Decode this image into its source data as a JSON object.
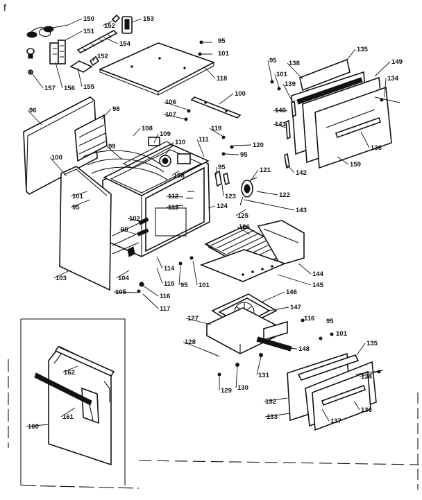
{
  "title_marker": "f",
  "callouts": [
    {
      "id": "c150",
      "text": "150"
    },
    {
      "id": "c151",
      "text": "151"
    },
    {
      "id": "c152a",
      "text": "152"
    },
    {
      "id": "c153",
      "text": "153"
    },
    {
      "id": "c154",
      "text": "154"
    },
    {
      "id": "c152b",
      "text": "152"
    },
    {
      "id": "c155",
      "text": "155"
    },
    {
      "id": "c156",
      "text": "156"
    },
    {
      "id": "c157",
      "text": "157"
    },
    {
      "id": "c95a",
      "text": "95"
    },
    {
      "id": "c101a",
      "text": "101"
    },
    {
      "id": "c118",
      "text": "118"
    },
    {
      "id": "c96",
      "text": "96"
    },
    {
      "id": "c98",
      "text": "98"
    },
    {
      "id": "c106",
      "text": "106"
    },
    {
      "id": "c100a",
      "text": "100"
    },
    {
      "id": "c107",
      "text": "107"
    },
    {
      "id": "c108",
      "text": "108"
    },
    {
      "id": "c109",
      "text": "109"
    },
    {
      "id": "c110",
      "text": "110"
    },
    {
      "id": "c111",
      "text": "111"
    },
    {
      "id": "c119",
      "text": "119"
    },
    {
      "id": "c120",
      "text": "120"
    },
    {
      "id": "c95b",
      "text": "95"
    },
    {
      "id": "c99",
      "text": "99"
    },
    {
      "id": "c100b",
      "text": "100"
    },
    {
      "id": "c158",
      "text": "158"
    },
    {
      "id": "c95c",
      "text": "95"
    },
    {
      "id": "c101b",
      "text": "101"
    },
    {
      "id": "c95d",
      "text": "95"
    },
    {
      "id": "c112",
      "text": "112"
    },
    {
      "id": "c113",
      "text": "113"
    },
    {
      "id": "c123",
      "text": "123"
    },
    {
      "id": "c121",
      "text": "121"
    },
    {
      "id": "c122",
      "text": "122"
    },
    {
      "id": "c124",
      "text": "124"
    },
    {
      "id": "c143",
      "text": "143"
    },
    {
      "id": "c125",
      "text": "125"
    },
    {
      "id": "c102",
      "text": "102"
    },
    {
      "id": "c95e",
      "text": "95"
    },
    {
      "id": "c126",
      "text": "126"
    },
    {
      "id": "c103",
      "text": "103"
    },
    {
      "id": "c104",
      "text": "104"
    },
    {
      "id": "c114",
      "text": "114"
    },
    {
      "id": "c115",
      "text": "115"
    },
    {
      "id": "c95f",
      "text": "95"
    },
    {
      "id": "c101c",
      "text": "101"
    },
    {
      "id": "c144",
      "text": "144"
    },
    {
      "id": "c145",
      "text": "145"
    },
    {
      "id": "c116a",
      "text": "116"
    },
    {
      "id": "c105",
      "text": "105"
    },
    {
      "id": "c117",
      "text": "117"
    },
    {
      "id": "c95g",
      "text": "95"
    },
    {
      "id": "c101d",
      "text": "101"
    },
    {
      "id": "c135a",
      "text": "135"
    },
    {
      "id": "c138",
      "text": "138"
    },
    {
      "id": "c149",
      "text": "149"
    },
    {
      "id": "c139",
      "text": "139"
    },
    {
      "id": "c134a",
      "text": "134"
    },
    {
      "id": "c140",
      "text": "140"
    },
    {
      "id": "c141",
      "text": "141"
    },
    {
      "id": "c136a",
      "text": "136"
    },
    {
      "id": "c159",
      "text": "159"
    },
    {
      "id": "c142",
      "text": "142"
    },
    {
      "id": "c146",
      "text": "146"
    },
    {
      "id": "c147",
      "text": "147"
    },
    {
      "id": "c127",
      "text": "127"
    },
    {
      "id": "c116b",
      "text": "116"
    },
    {
      "id": "c95h",
      "text": "95"
    },
    {
      "id": "c101e",
      "text": "101"
    },
    {
      "id": "c128",
      "text": "128"
    },
    {
      "id": "c148",
      "text": "148"
    },
    {
      "id": "c135b",
      "text": "135"
    },
    {
      "id": "c131",
      "text": "131"
    },
    {
      "id": "c134b",
      "text": "134"
    },
    {
      "id": "c129",
      "text": "129"
    },
    {
      "id": "c130",
      "text": "130"
    },
    {
      "id": "c132",
      "text": "132"
    },
    {
      "id": "c136b",
      "text": "136"
    },
    {
      "id": "c133",
      "text": "133"
    },
    {
      "id": "c137",
      "text": "137"
    },
    {
      "id": "c162",
      "text": "162"
    },
    {
      "id": "c161",
      "text": "161"
    },
    {
      "id": "c160",
      "text": "160"
    }
  ]
}
